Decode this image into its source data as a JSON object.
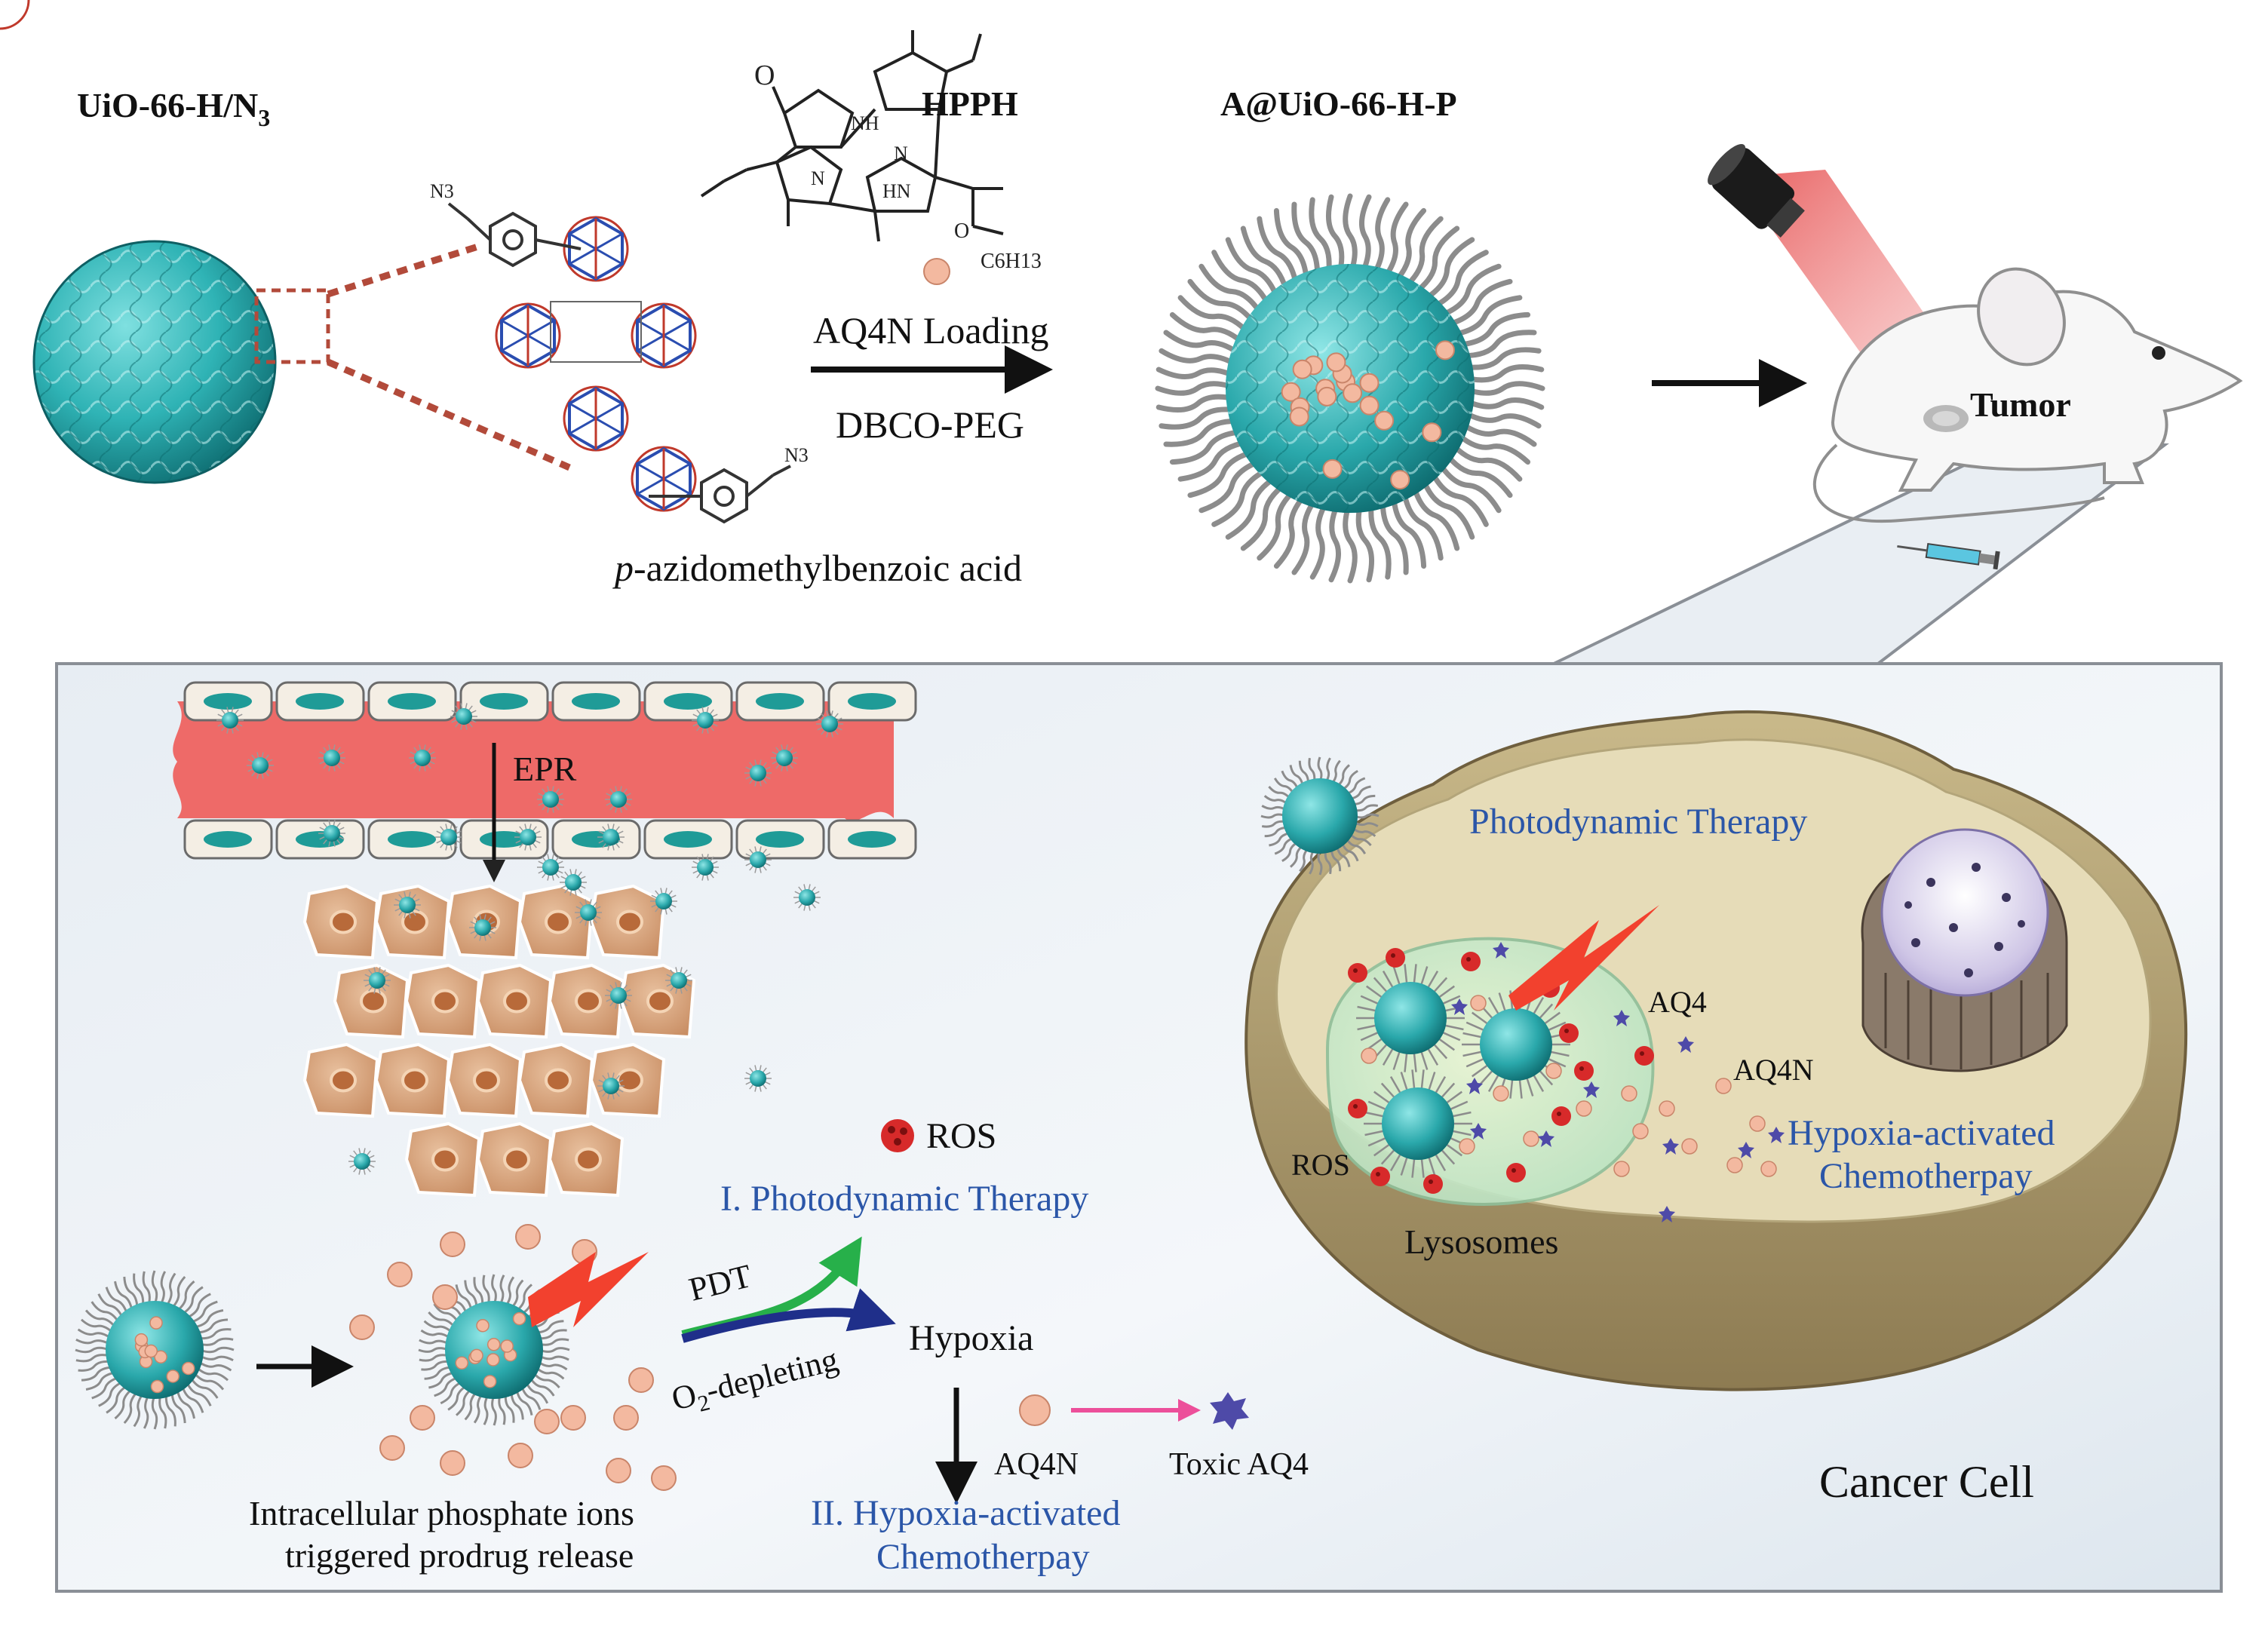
{
  "top": {
    "uio_label": "UiO-66-H/N",
    "uio_label_sub": "3",
    "hpph_label": "HPPH",
    "product_label": "A@UiO-66-H-P",
    "step1": "AQ4N Loading",
    "step2": "DBCO-PEG",
    "linker_prefix": "p",
    "linker_rest": "-azidomethylbenzoic acid",
    "tumor_label": "Tumor",
    "n3_top": "N3",
    "n3_bottom": "N3",
    "c6h13": "C6H13"
  },
  "bottom_left": {
    "epr_label": "EPR",
    "ros_legend": "ROS",
    "therapy1": "I. Photodynamic Therapy",
    "pdt": "PDT",
    "o2_depleting": "O",
    "o2_depleting_sub": "2",
    "o2_depleting_rest": "-depleting",
    "hypoxia": "Hypoxia",
    "aq4n": "AQ4N",
    "toxic_aq4": "Toxic AQ4",
    "release_line1": "Intracellular phosphate ions",
    "release_line2": "triggered prodrug release",
    "therapy2_line1": "II. Hypoxia-activated",
    "therapy2_line2": "Chemotherpay"
  },
  "cell": {
    "pdt_title": "Photodynamic Therapy",
    "aq4": "AQ4",
    "aq4n": "AQ4N",
    "hypoxia_line1": "Hypoxia-activated",
    "hypoxia_line2": "Chemotherpay",
    "ros": "ROS",
    "lysosomes": "Lysosomes",
    "cancer_cell": "Cancer Cell"
  },
  "colors": {
    "mof": "#2fb3b5",
    "mof_dark": "#167d80",
    "drug": "#f3b9a0",
    "ros": "#d72a2a",
    "aq4": "#4e4aa8",
    "vessel": "#ee6a68",
    "cell_tissue": "#d8a67d",
    "cancer_cell": "#e6dcb8",
    "blue_text": "#2b56a8",
    "lightning": "#f2412e",
    "green_arrow": "#27b04a",
    "navy_arrow": "#1f2f8a",
    "pink_arrow": "#ec4f9a"
  }
}
